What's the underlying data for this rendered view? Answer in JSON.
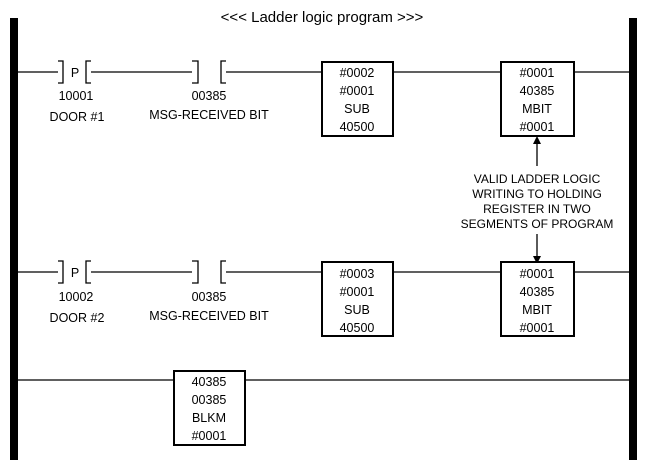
{
  "title": "<<< Ladder logic program >>>",
  "rungs": [
    {
      "contact1": {
        "type": "P",
        "address": "10001",
        "label": "DOOR #1"
      },
      "contact2": {
        "address": "00385",
        "label": "MSG-RECEIVED BIT"
      },
      "block1": [
        "#0002",
        "#0001",
        "SUB",
        "40500"
      ],
      "block2": [
        "#0001",
        "40385",
        "MBIT",
        "#0001"
      ]
    },
    {
      "contact1": {
        "type": "P",
        "address": "10002",
        "label": "DOOR #2"
      },
      "contact2": {
        "address": "00385",
        "label": "MSG-RECEIVED BIT"
      },
      "block1": [
        "#0003",
        "#0001",
        "SUB",
        "40500"
      ],
      "block2": [
        "#0001",
        "40385",
        "MBIT",
        "#0001"
      ]
    },
    {
      "block1": [
        "40385",
        "00385",
        "BLKM",
        "#0001"
      ]
    }
  ],
  "annotation": [
    "VALID LADDER LOGIC",
    "WRITING TO HOLDING",
    "REGISTER IN TWO",
    "SEGMENTS OF PROGRAM"
  ]
}
